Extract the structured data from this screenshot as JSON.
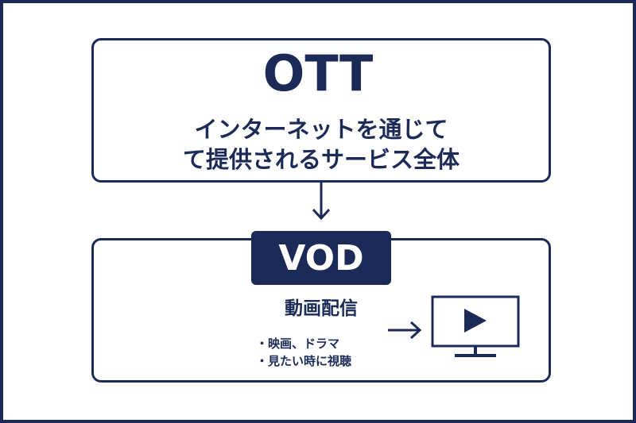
{
  "colors": {
    "navy": "#1b2a57",
    "background": "#ffffff"
  },
  "ott": {
    "title": "OTT",
    "desc_line1": "インターネットを通じて",
    "desc_line2": "て提供されるサービス全体"
  },
  "vod": {
    "badge": "VOD",
    "subtitle": "動画配信",
    "bullets": [
      "・映画、ドラマ",
      "・見たい時に視聴"
    ]
  },
  "icons": {
    "down_arrow": "down-arrow-icon",
    "right_arrow": "right-arrow-icon",
    "tv": "tv-play-icon"
  }
}
